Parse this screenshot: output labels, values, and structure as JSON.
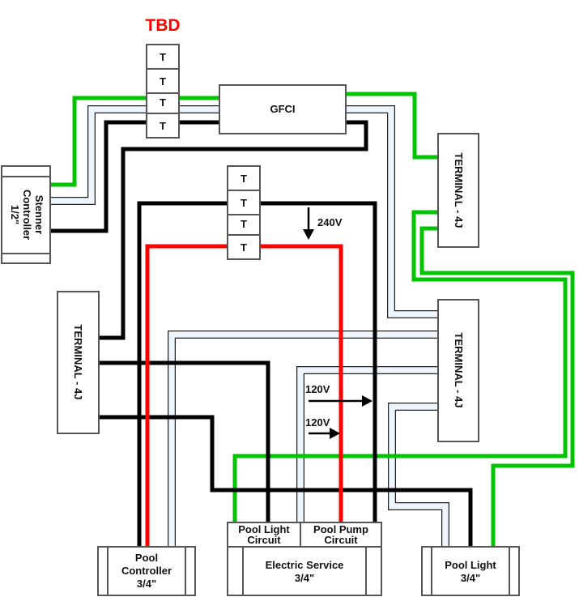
{
  "diagram": {
    "title_annotation": "TBD",
    "colors": {
      "annotation": "#ff0000",
      "ground_wire": "#00c400",
      "hot_wire": "#000000",
      "hot2_wire": "#ff0000",
      "neutral_wire": "#eef5fd",
      "box_border": "#555555"
    },
    "terminal_strip_top": {
      "cells": [
        "T",
        "T",
        "T",
        "T"
      ]
    },
    "terminal_strip_mid": {
      "cells": [
        "T",
        "T",
        "T",
        "T"
      ]
    },
    "gfci": {
      "label": "GFCI"
    },
    "stenner_controller": {
      "lines": [
        "Stenner",
        "Controller",
        "1/2\""
      ]
    },
    "terminal_left": {
      "label": "TERMINAL - 4J"
    },
    "terminal_right_top": {
      "label": "TERMINAL - 4J"
    },
    "terminal_right_mid": {
      "label": "TERMINAL - 4J"
    },
    "voltage_labels": {
      "main": "240V",
      "circuit_a": "120V",
      "circuit_b": "120V"
    },
    "pool_controller": {
      "lines": [
        "Pool",
        "Controller",
        "3/4\""
      ]
    },
    "electric_service": {
      "lines": [
        "Electric Service",
        "3/4\""
      ],
      "circuits": [
        {
          "lines": [
            "Pool Light",
            "Circuit"
          ]
        },
        {
          "lines": [
            "Pool Pump",
            "Circuit"
          ]
        }
      ]
    },
    "pool_light": {
      "lines": [
        "Pool Light",
        "3/4\""
      ]
    }
  }
}
